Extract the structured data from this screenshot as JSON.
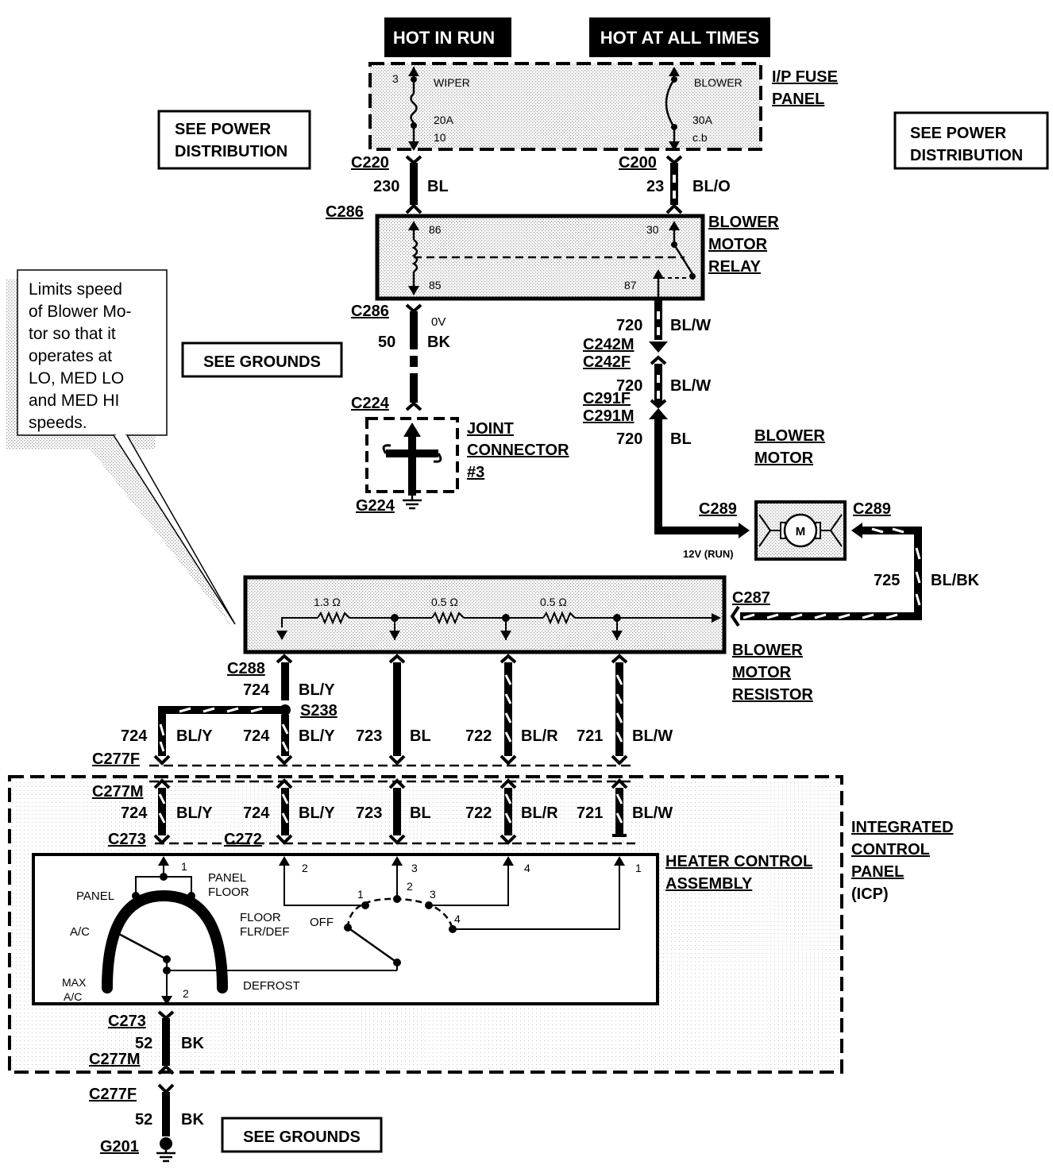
{
  "banners": {
    "hot_in_run": "HOT IN RUN",
    "hot_at_all_times": "HOT AT ALL TIMES"
  },
  "boxes": {
    "see_power_1a": "SEE POWER",
    "see_power_1b": "DISTRIBUTION",
    "see_power_2a": "SEE POWER",
    "see_power_2b": "DISTRIBUTION",
    "see_grounds_1": "SEE GROUNDS",
    "see_grounds_2": "SEE GROUNDS"
  },
  "callout": {
    "lines": [
      "Limits   speed",
      "of Blower Mo-",
      "tor so that it",
      "operates     at",
      "LO, MED LO",
      "and  MED  HI",
      "speeds."
    ]
  },
  "components": {
    "fuse_panel_1": "I/P FUSE",
    "fuse_panel_2": "PANEL",
    "relay_1": "BLOWER",
    "relay_2": "MOTOR",
    "relay_3": "RELAY",
    "joint_1": "JOINT",
    "joint_2": "CONNECTOR",
    "joint_3": "#3",
    "motor_1": "BLOWER",
    "motor_2": "MOTOR",
    "motor_symbol": "M",
    "resistor_1": "BLOWER",
    "resistor_2": "MOTOR",
    "resistor_3": "RESISTOR",
    "hca_1": "HEATER CONTROL",
    "hca_2": "ASSEMBLY",
    "icp_1": "INTEGRATED",
    "icp_2": "CONTROL",
    "icp_3": "PANEL",
    "icp_4": "(ICP)"
  },
  "fuses": {
    "wiper_label": "WIPER",
    "wiper_pin": "3",
    "wiper_rating": "20A",
    "wiper_out": "10",
    "blower_label": "BLOWER",
    "blower_rating": "30A",
    "blower_type": "c.b"
  },
  "relay_pins": {
    "p86": "86",
    "p85": "85",
    "p30": "30",
    "p87": "87"
  },
  "resistors": {
    "r1": "1.3 Ω",
    "r2": "0.5 Ω",
    "r3": "0.5 Ω"
  },
  "voltages": {
    "v0": "0V",
    "v12": "12V (RUN)"
  },
  "connectors": {
    "c220": "C220",
    "c200": "C200",
    "c286a": "C286",
    "c286b": "C286",
    "c224": "C224",
    "g224": "G224",
    "c242m": "C242M",
    "c242f": "C242F",
    "c291f": "C291F",
    "c291m": "C291M",
    "c289a": "C289",
    "c289b": "C289",
    "c287": "C287",
    "c288": "C288",
    "s238": "S238",
    "c277f_top": "C277F",
    "c277m_top": "C277M",
    "c273_top": "C273",
    "c272": "C272",
    "c273_bot": "C273",
    "c277m_bot": "C277M",
    "c277f_bot": "C277F",
    "g201": "G201"
  },
  "wires": {
    "w230": "230",
    "w230c": "BL",
    "w23": "23",
    "w23c": "BL/O",
    "w50": "50",
    "w50c": "BK",
    "w720a": "720",
    "w720ac": "BL/W",
    "w720b": "720",
    "w720bc": "BL/W",
    "w720c": "720",
    "w720cc": "BL",
    "w725": "725",
    "w725c": "BL/BK",
    "w724a": "724",
    "w724ac": "BL/Y",
    "w724b": "724",
    "w724bc": "BL/Y",
    "w724c": "724",
    "w724cc": "BL/Y",
    "w723": "723",
    "w723c": "BL",
    "w722": "722",
    "w722c": "BL/R",
    "w721": "721",
    "w721c": "BL/W",
    "w724d": "724",
    "w724dc": "BL/Y",
    "w724e": "724",
    "w724ec": "BL/Y",
    "w723b": "723",
    "w723bc": "BL",
    "w722b": "722",
    "w722bc": "BL/R",
    "w721b": "721",
    "w721bc": "BL/W",
    "w52a": "52",
    "w52ac": "BK",
    "w52b": "52",
    "w52bc": "BK"
  },
  "switch": {
    "panel": "PANEL",
    "panel_floor_1": "PANEL",
    "panel_floor_2": "FLOOR",
    "ac": "A/C",
    "floor": "FLOOR",
    "flr_def": "FLR/DEF",
    "max_1": "MAX",
    "max_2": "A/C",
    "defrost": "DEFROST",
    "pin1": "1",
    "pin2": "2",
    "off": "OFF",
    "bp1": "1",
    "bp2": "2",
    "bp3": "3",
    "bp4": "4",
    "c272_p2": "2",
    "c272_p3": "3",
    "c272_p4": "4",
    "c272_p1": "1"
  }
}
